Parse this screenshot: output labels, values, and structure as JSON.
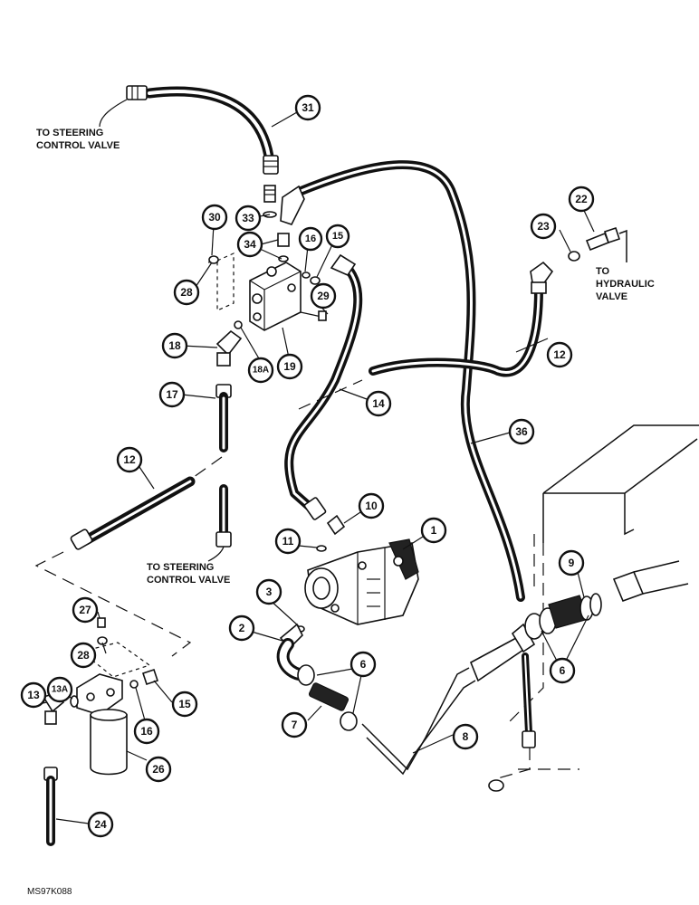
{
  "callouts": {
    "c31": "31",
    "c33": "33",
    "c30": "30",
    "c34": "34",
    "c16a": "16",
    "c15a": "15",
    "c22": "22",
    "c23": "23",
    "c28a": "28",
    "c29": "29",
    "c18": "18",
    "c18a": "18A",
    "c19": "19",
    "c12a": "12",
    "c14": "14",
    "c17": "17",
    "c36": "36",
    "c12b": "12",
    "c10": "10",
    "c11": "11",
    "c1": "1",
    "c3": "3",
    "c27": "27",
    "c2": "2",
    "c9": "9",
    "c28b": "28",
    "c6a": "6",
    "c6b": "6",
    "c13": "13",
    "c13a": "13A",
    "c15b": "15",
    "c16b": "16",
    "c7": "7",
    "c8": "8",
    "c26": "26",
    "c24": "24"
  },
  "notes": {
    "steering_top": [
      "TO STEERING",
      "CONTROL VALVE"
    ],
    "hydraulic": [
      "TO",
      "HYDRAULIC",
      "VALVE"
    ],
    "steering_mid": [
      "TO STEERING",
      "CONTROL VALVE"
    ]
  },
  "figure_code": "MS97K088"
}
